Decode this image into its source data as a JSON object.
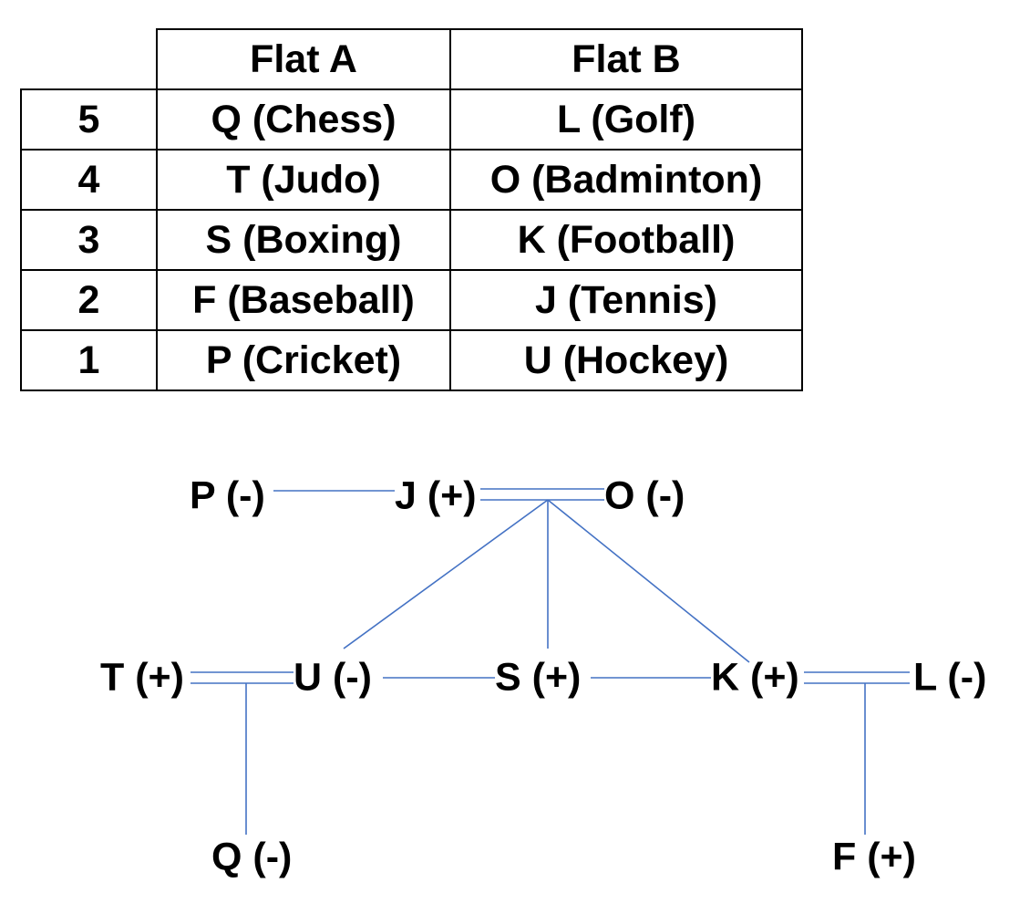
{
  "table": {
    "headers": [
      "",
      "Flat A",
      "Flat B"
    ],
    "rows": [
      {
        "floor": "5",
        "flat_a": "Q (Chess)",
        "flat_b": "L (Golf)"
      },
      {
        "floor": "4",
        "flat_a": "T (Judo)",
        "flat_b": "O (Badminton)"
      },
      {
        "floor": "3",
        "flat_a": "S (Boxing)",
        "flat_b": "K (Football)"
      },
      {
        "floor": "2",
        "flat_a": "F (Baseball)",
        "flat_b": "J (Tennis)"
      },
      {
        "floor": "1",
        "flat_a": "P (Cricket)",
        "flat_b": "U (Hockey)"
      }
    ]
  },
  "diagram": {
    "nodes": [
      {
        "id": "P",
        "label": "P (-)"
      },
      {
        "id": "J",
        "label": "J (+)"
      },
      {
        "id": "O",
        "label": "O (-)"
      },
      {
        "id": "T",
        "label": "T (+)"
      },
      {
        "id": "U",
        "label": "U (-)"
      },
      {
        "id": "S",
        "label": "S (+)"
      },
      {
        "id": "K",
        "label": "K (+)"
      },
      {
        "id": "L",
        "label": "L (-)"
      },
      {
        "id": "Q",
        "label": "Q (-)"
      },
      {
        "id": "F",
        "label": "F (+)"
      }
    ],
    "edges": [
      {
        "from": "P",
        "to": "J",
        "type": "single"
      },
      {
        "from": "J",
        "to": "O",
        "type": "double"
      },
      {
        "from": "J-O",
        "to": "U",
        "type": "single"
      },
      {
        "from": "J-O",
        "to": "S",
        "type": "single"
      },
      {
        "from": "J-O",
        "to": "K",
        "type": "single"
      },
      {
        "from": "T",
        "to": "U",
        "type": "double"
      },
      {
        "from": "U",
        "to": "S",
        "type": "single"
      },
      {
        "from": "S",
        "to": "K",
        "type": "single"
      },
      {
        "from": "K",
        "to": "L",
        "type": "double"
      },
      {
        "from": "T-U",
        "to": "Q",
        "type": "single"
      },
      {
        "from": "K-L",
        "to": "F",
        "type": "single"
      }
    ],
    "line_color": "#4472c4",
    "text_color": "#000000"
  }
}
